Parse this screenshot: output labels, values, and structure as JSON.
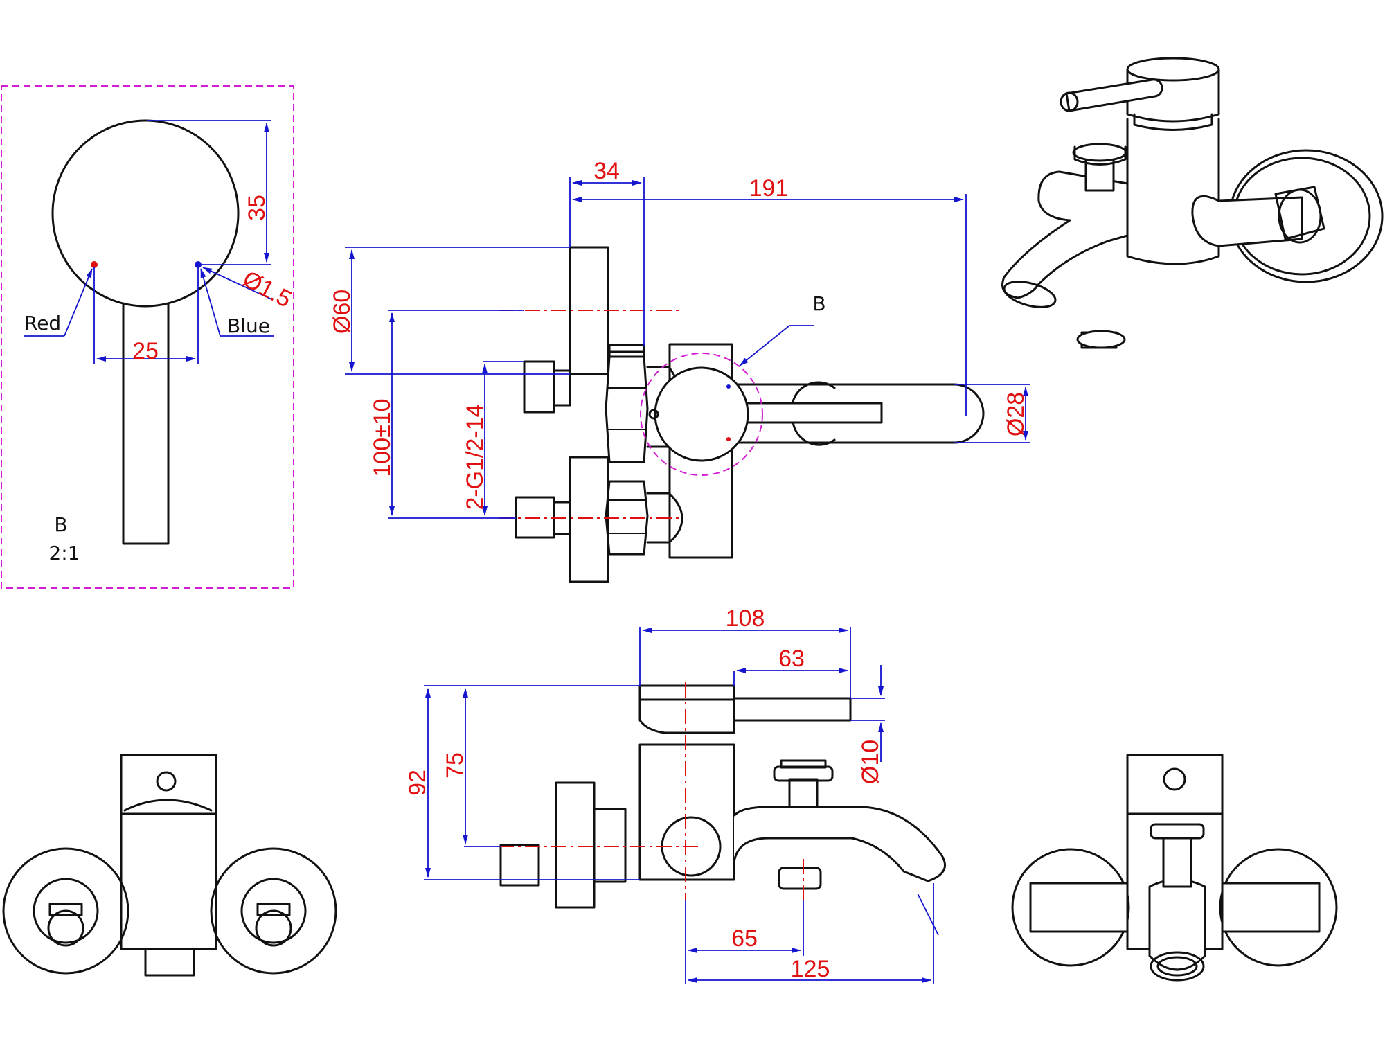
{
  "detail": {
    "label": "B",
    "scale": "2:1",
    "dims": {
      "height": "35",
      "width": "25",
      "hole": "Ø1.5"
    },
    "callouts": {
      "red": "Red",
      "blue": "Blue"
    }
  },
  "front_view": {
    "dims": {
      "d34": "34",
      "d191": "191",
      "d60": "Ø60",
      "d100": "100±10",
      "thread": "2-G1/2-14",
      "d28": "Ø28"
    },
    "callout_b": "B"
  },
  "side_view": {
    "dims": {
      "d108": "108",
      "d63": "63",
      "d10": "Ø10",
      "d92": "92",
      "d75": "75",
      "d65": "65",
      "d125": "125"
    }
  },
  "colors": {
    "dimension": "#1515d0",
    "dimension_text": "#e01010",
    "detail_frame": "#d21ed2",
    "outline": "#111111"
  }
}
